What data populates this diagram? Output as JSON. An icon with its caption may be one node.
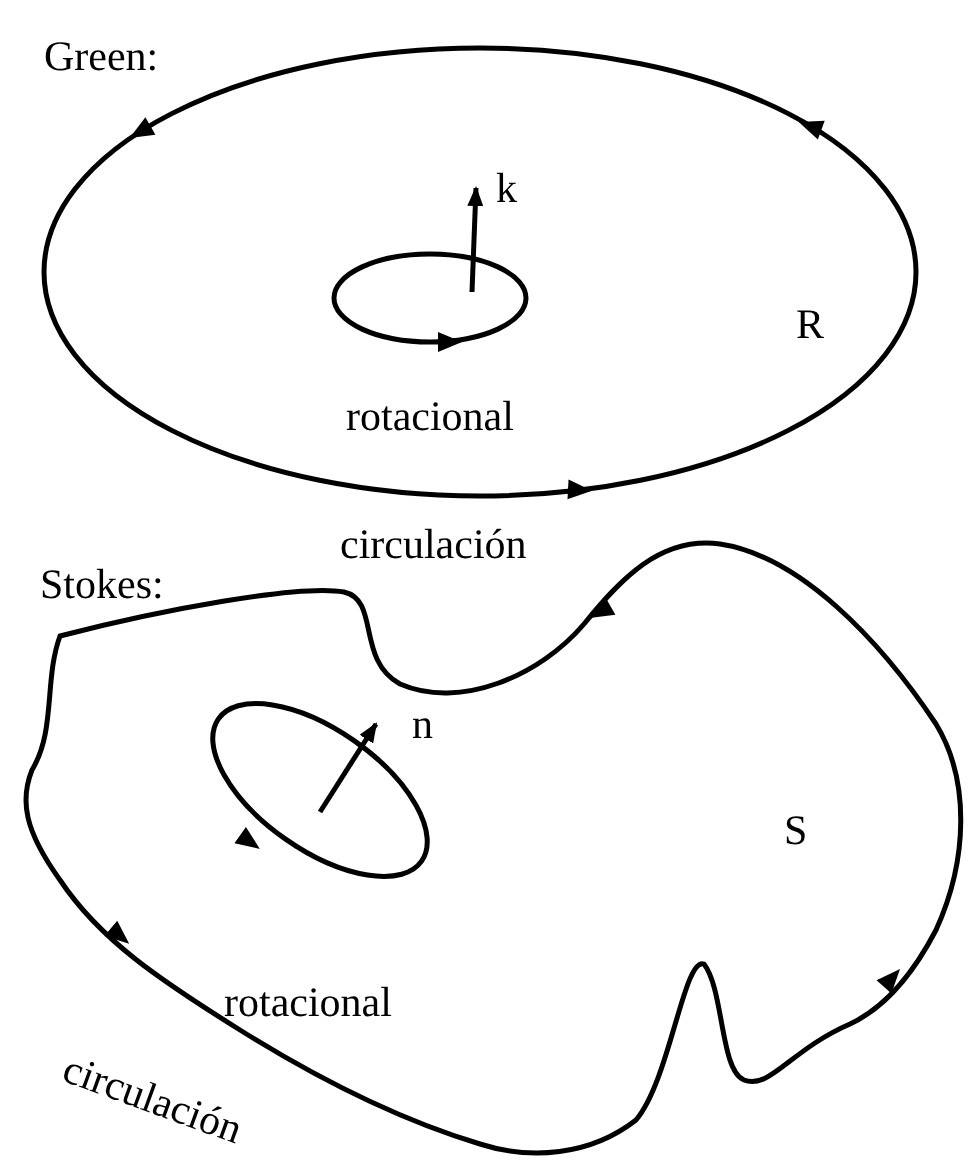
{
  "diagram": {
    "labels": [
      "Green:",
      "k",
      "R",
      "rotacional",
      "circulación",
      "Stokes:",
      "n",
      "S",
      "rotacional",
      "circulación"
    ]
  }
}
